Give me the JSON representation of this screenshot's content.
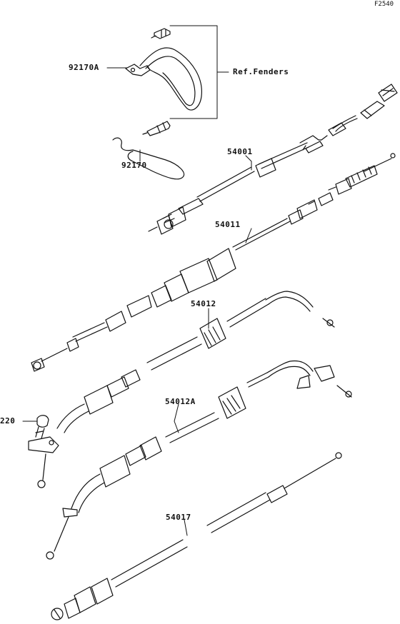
{
  "figure_code": "F2540",
  "reference_note": "Ref.Fenders",
  "parts": [
    {
      "id": "p92170A",
      "number": "92170A"
    },
    {
      "id": "p92170",
      "number": "92170"
    },
    {
      "id": "p54001",
      "number": "54001"
    },
    {
      "id": "p54011",
      "number": "54011"
    },
    {
      "id": "p54012",
      "number": "54012"
    },
    {
      "id": "p54012A",
      "number": "54012A"
    },
    {
      "id": "p220",
      "number": "220"
    },
    {
      "id": "p54017",
      "number": "54017"
    }
  ],
  "colors": {
    "line": "#111111",
    "background": "#ffffff"
  }
}
